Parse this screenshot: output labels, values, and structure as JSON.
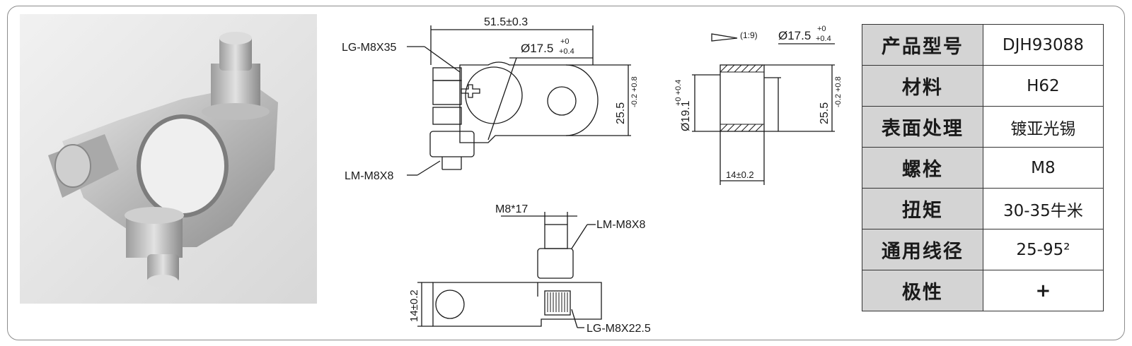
{
  "product_photo": {
    "icon": "battery-terminal-clamp-photo"
  },
  "drawing_top": {
    "dim_length": "51.5±0.3",
    "dim_bore": "Ø17.5",
    "dim_bore_tol_upper": "+0",
    "dim_bore_tol_lower": "+0.4",
    "dim_height": "25.5",
    "dim_height_tol": "-0.2 +0.8",
    "label_bolt": "LG-M8X35",
    "label_nut": "LM-M8X8"
  },
  "drawing_section": {
    "taper": "(1:9)",
    "dim_top_bore": "Ø17.5",
    "dim_top_tol_upper": "+0",
    "dim_top_tol_lower": "+0.4",
    "dim_bottom_bore": "Ø19.1",
    "dim_bottom_tol": "+0 +0.4",
    "dim_height": "25.5",
    "dim_height_tol": "-0.2 +0.8",
    "dim_width": "14±0.2"
  },
  "drawing_side": {
    "dim_thread": "M8*17",
    "label_nut": "LM-M8X8",
    "label_bolt": "LG-M8X22.5",
    "dim_thickness": "14±0.2"
  },
  "spec_table": {
    "rows": [
      {
        "label": "产品型号",
        "value": "DJH93088"
      },
      {
        "label": "材料",
        "value": "H62"
      },
      {
        "label": "表面处理",
        "value": "镀亚光锡"
      },
      {
        "label": "螺栓",
        "value": "M8"
      },
      {
        "label": "扭矩",
        "value": "30-35牛米"
      },
      {
        "label": "通用线径",
        "value": "25-95²"
      },
      {
        "label": "极性",
        "value": "+"
      }
    ]
  }
}
